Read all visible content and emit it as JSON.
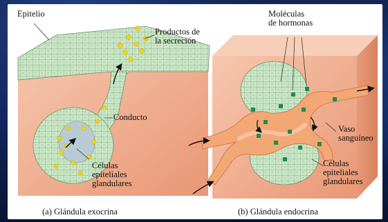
{
  "labels": {
    "epitelio": "Epitelio",
    "productos": "Productos de\nla secreción",
    "conducto": "Conducto",
    "celulas_exo": "Células\nepiteliales\nglandulares",
    "moleculas": "Moléculas\nde hormonas",
    "vaso": "Vaso\nsanguíneo",
    "celulas_endo": "Células\nepiteliales\nglandulares"
  },
  "captions": {
    "exocrina": "(a) Glándula exocrina",
    "endocrina": "(b) Glándula endocrina"
  },
  "colors": {
    "cells": "#c9e6c5",
    "cell_border": "#6f8f6f",
    "tissue": "#f2b59a",
    "tissue_dark": "#e08b66",
    "vessel": "#f2a775",
    "secretion": "#f3d21a",
    "hormone": "#1f8a4f"
  }
}
